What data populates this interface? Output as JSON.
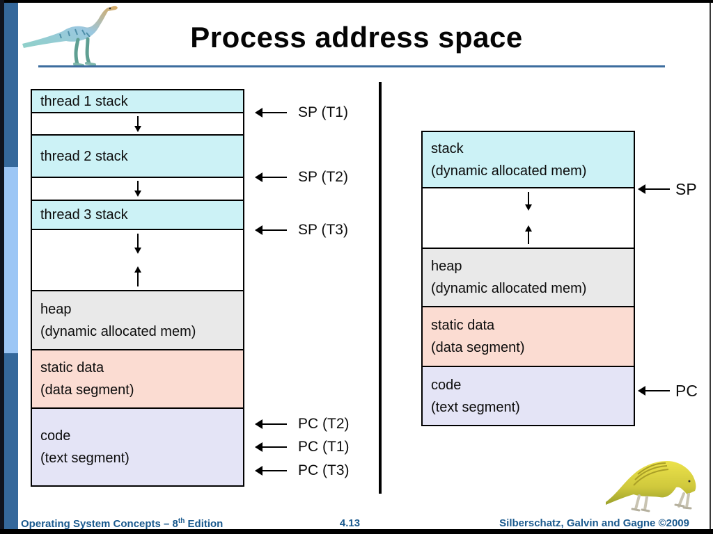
{
  "slide": {
    "title": "Process address space",
    "page_number": "4.13",
    "footer_left_main": "Operating System Concepts – 8",
    "footer_left_sup": "th",
    "footer_left_tail": " Edition",
    "footer_right": "Silberschatz, Galvin and Gagne ©2009"
  },
  "left_diagram": {
    "thread1_label": "thread 1 stack",
    "thread2_label": "thread 2 stack",
    "thread3_label": "thread 3 stack",
    "heap_line1": "heap",
    "heap_line2": "(dynamic allocated mem)",
    "static_line1": "static data",
    "static_line2": "(data segment)",
    "code_line1": "code",
    "code_line2": "(text segment)",
    "pointers": {
      "sp_t1": "SP (T1)",
      "sp_t2": "SP (T2)",
      "sp_t3": "SP (T3)",
      "pc_t2": "PC (T2)",
      "pc_t1": "PC (T1)",
      "pc_t3": "PC (T3)"
    }
  },
  "right_diagram": {
    "stack_line1": "stack",
    "stack_line2": "(dynamic allocated mem)",
    "heap_line1": "heap",
    "heap_line2": "(dynamic allocated mem)",
    "static_line1": "static data",
    "static_line2": "(data segment)",
    "code_line1": "code",
    "code_line2": "(text segment)",
    "pointers": {
      "sp": "SP",
      "pc": "PC"
    }
  },
  "icons": {
    "down_arrow": "stack-growth-down-arrow",
    "up_arrow": "heap-growth-up-arrow",
    "left_arrow": "register-pointer-arrow"
  },
  "colors": {
    "stack_fill": "#ccf2f6",
    "heap_fill": "#e9e9e9",
    "static_data_fill": "#fbdcd2",
    "code_fill": "#e4e4f6",
    "sidebar_dark_blue": "#35689b",
    "sidebar_light_blue": "#9cc6f5",
    "title_rule_blue": "#3c6d9e",
    "footer_text_blue": "#1b5a8e",
    "border_black": "#000000"
  }
}
